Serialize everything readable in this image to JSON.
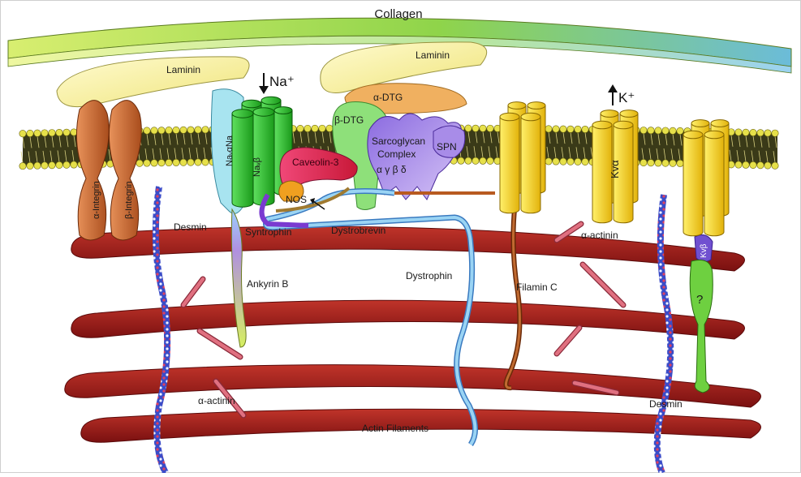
{
  "labels": {
    "collagen": "Collagen",
    "laminin_left": "Laminin",
    "laminin_right": "Laminin",
    "alpha_integrin": "α-Integrin",
    "beta_integrin": "β-Integrin",
    "na_ion": "Na⁺",
    "k_ion": "K⁺",
    "nav_alpha": "NaᵥαNa",
    "nav_beta": "Naᵥβ",
    "alpha_dtg": "α-DTG",
    "beta_dtg": "β-DTG",
    "sarcoglycan_line1": "Sarcoglycan",
    "sarcoglycan_line2": "Complex",
    "sarcoglycan_subunits": "α γ β δ",
    "spn": "SPN",
    "caveolin": "Caveolin-3",
    "nos": "NOS",
    "dystrobrevin": "Dystrobrevin",
    "syntrophin": "Syntrophin",
    "desmin_left": "Desmin",
    "desmin_right": "Desmin",
    "kv_alpha": "Kvα",
    "kv_beta": "Kvβ",
    "alpha_actinin_right": "α-actinin",
    "alpha_actinin_bottom": "α-actinin",
    "ankyrin": "Ankyrin B",
    "dystrophin": "Dystrophin",
    "filamin": "Filamin C",
    "question": "?",
    "actin": "Actin Filaments"
  },
  "colors": {
    "collagen": [
      "#d8ee70",
      "#8fd44a",
      "#6bbcd9"
    ],
    "laminin": "#f8f3a8",
    "integrin": "#c9682c",
    "membrane_head": "#e6e04a",
    "nav_alpha": "#a8e4f0",
    "nav_beta": "#33c233",
    "dtg_alpha": "#f0b060",
    "dtg_beta": "#8ee07a",
    "sarcoglycan": "#a785e8",
    "caveolin": "#e6305a",
    "nos": "#f0a020",
    "channel": "#f5d020",
    "actin": "#9c1c1c",
    "desmin": "#c8304a",
    "actinin": "#e07080",
    "dystrophin": "#8ac8ec",
    "filamin": "#9a4418",
    "ankyrin": "#c8e060",
    "kv_beta": "#7050d0",
    "unknown_protein": "#6ed040"
  }
}
